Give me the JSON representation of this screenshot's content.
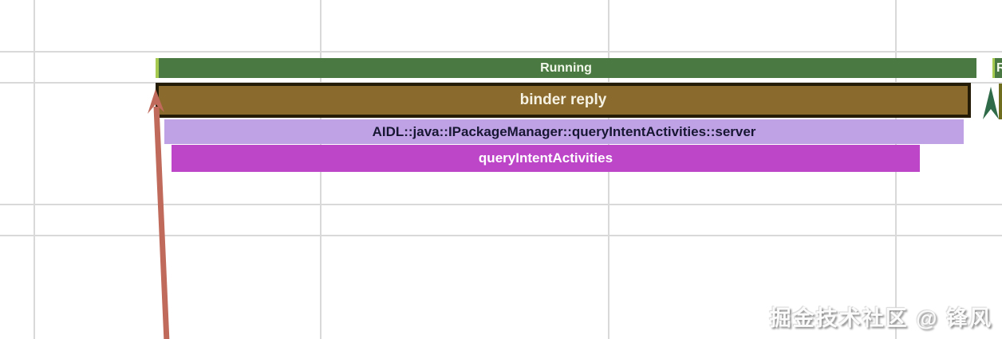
{
  "trace": {
    "slices": {
      "running": {
        "label": "Running"
      },
      "running_partial": {
        "label": "R"
      },
      "binder_reply": {
        "label": "binder reply",
        "selected": true
      },
      "aidl_server": {
        "label": "AIDL::java::IPackageManager::queryIntentActivities::server"
      },
      "query_intent": {
        "label": "queryIntentActivities"
      }
    },
    "icons": {
      "flow_marker": "up-arrowhead-icon",
      "annotation": "hand-drawn-up-arrow"
    },
    "colors": {
      "running_green": "#4a7a41",
      "running_lime_cap": "#a6c94f",
      "binder_fill": "#8b6a2d",
      "binder_selected_border": "#241c06",
      "aidl_fill": "#bfa2e6",
      "query_fill": "#bc45c8",
      "annotation_arrow": "#bf6a5b",
      "flow_marker_green": "#2f6b48",
      "gridline": "#d9d9d9",
      "partial_slice_olive": "#6e6e1e"
    }
  },
  "watermark": {
    "text": "掘金技术社区 @ 锋风"
  }
}
